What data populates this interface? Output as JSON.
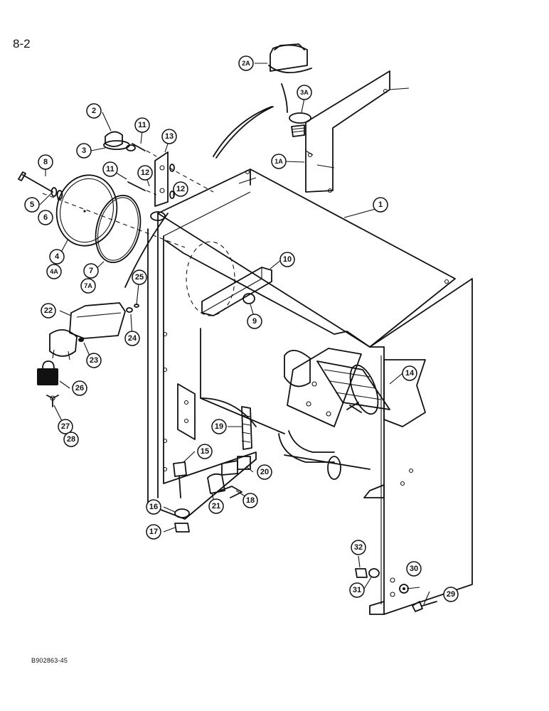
{
  "page_number": "8-2",
  "document_ref": "B902863-45",
  "callouts": [
    {
      "id": "c-1",
      "label": "1"
    },
    {
      "id": "c-1a",
      "label": "1A"
    },
    {
      "id": "c-2",
      "label": "2"
    },
    {
      "id": "c-2a",
      "label": "2A"
    },
    {
      "id": "c-3",
      "label": "3"
    },
    {
      "id": "c-3a",
      "label": "3A"
    },
    {
      "id": "c-4",
      "label": "4"
    },
    {
      "id": "c-4a",
      "label": "4A"
    },
    {
      "id": "c-5",
      "label": "5"
    },
    {
      "id": "c-6",
      "label": "6"
    },
    {
      "id": "c-7",
      "label": "7"
    },
    {
      "id": "c-7a",
      "label": "7A"
    },
    {
      "id": "c-8",
      "label": "8"
    },
    {
      "id": "c-9",
      "label": "9"
    },
    {
      "id": "c-10",
      "label": "10"
    },
    {
      "id": "c-11a",
      "label": "11"
    },
    {
      "id": "c-11b",
      "label": "11"
    },
    {
      "id": "c-12a",
      "label": "12"
    },
    {
      "id": "c-12b",
      "label": "12"
    },
    {
      "id": "c-13",
      "label": "13"
    },
    {
      "id": "c-14",
      "label": "14"
    },
    {
      "id": "c-15",
      "label": "15"
    },
    {
      "id": "c-16",
      "label": "16"
    },
    {
      "id": "c-17",
      "label": "17"
    },
    {
      "id": "c-18",
      "label": "18"
    },
    {
      "id": "c-19",
      "label": "19"
    },
    {
      "id": "c-20",
      "label": "20"
    },
    {
      "id": "c-21",
      "label": "21"
    },
    {
      "id": "c-22",
      "label": "22"
    },
    {
      "id": "c-23",
      "label": "23"
    },
    {
      "id": "c-24",
      "label": "24"
    },
    {
      "id": "c-25",
      "label": "25"
    },
    {
      "id": "c-26",
      "label": "26"
    },
    {
      "id": "c-27",
      "label": "27"
    },
    {
      "id": "c-28",
      "label": "28"
    },
    {
      "id": "c-29",
      "label": "29"
    },
    {
      "id": "c-30",
      "label": "30"
    },
    {
      "id": "c-31",
      "label": "31"
    },
    {
      "id": "c-32",
      "label": "32"
    }
  ]
}
